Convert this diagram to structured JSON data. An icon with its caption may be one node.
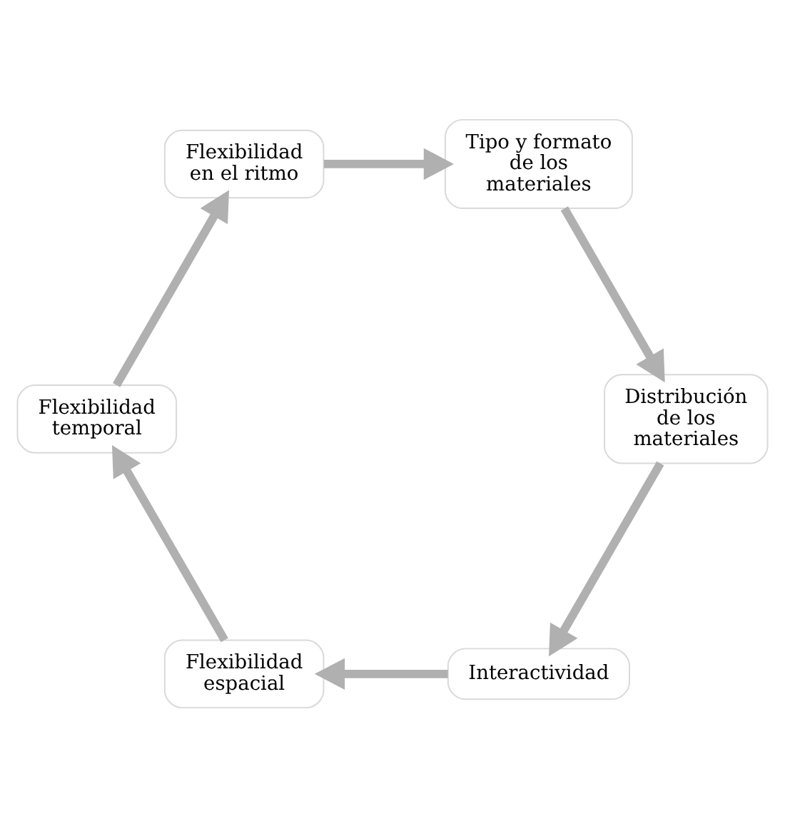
{
  "diagram": {
    "nodes": [
      {
        "text": [
          "Interactividad"
        ]
      },
      {
        "text": [
          "Flexibilidad espacial"
        ]
      },
      {
        "text": [
          "Flexibilidad temporal"
        ]
      },
      {
        "text": [
          "Flexibilidad en el ritmo"
        ]
      },
      {
        "text": [
          "Tipo y formato de los materiales"
        ]
      },
      {
        "text": [
          "Distribución de los materiales"
        ]
      }
    ],
    "edges": [
      {
        "from": 0,
        "to": 1,
        "arrow": "to"
      },
      {
        "from": 1,
        "to": 2,
        "arrow": "to"
      },
      {
        "from": 2,
        "to": 3,
        "arrow": "to"
      },
      {
        "from": 3,
        "to": 4,
        "arrow": "to"
      },
      {
        "from": 4,
        "to": 5,
        "arrow": "to"
      },
      {
        "from": 5,
        "to": 0,
        "arrow": "to"
      }
    ]
  }
}
